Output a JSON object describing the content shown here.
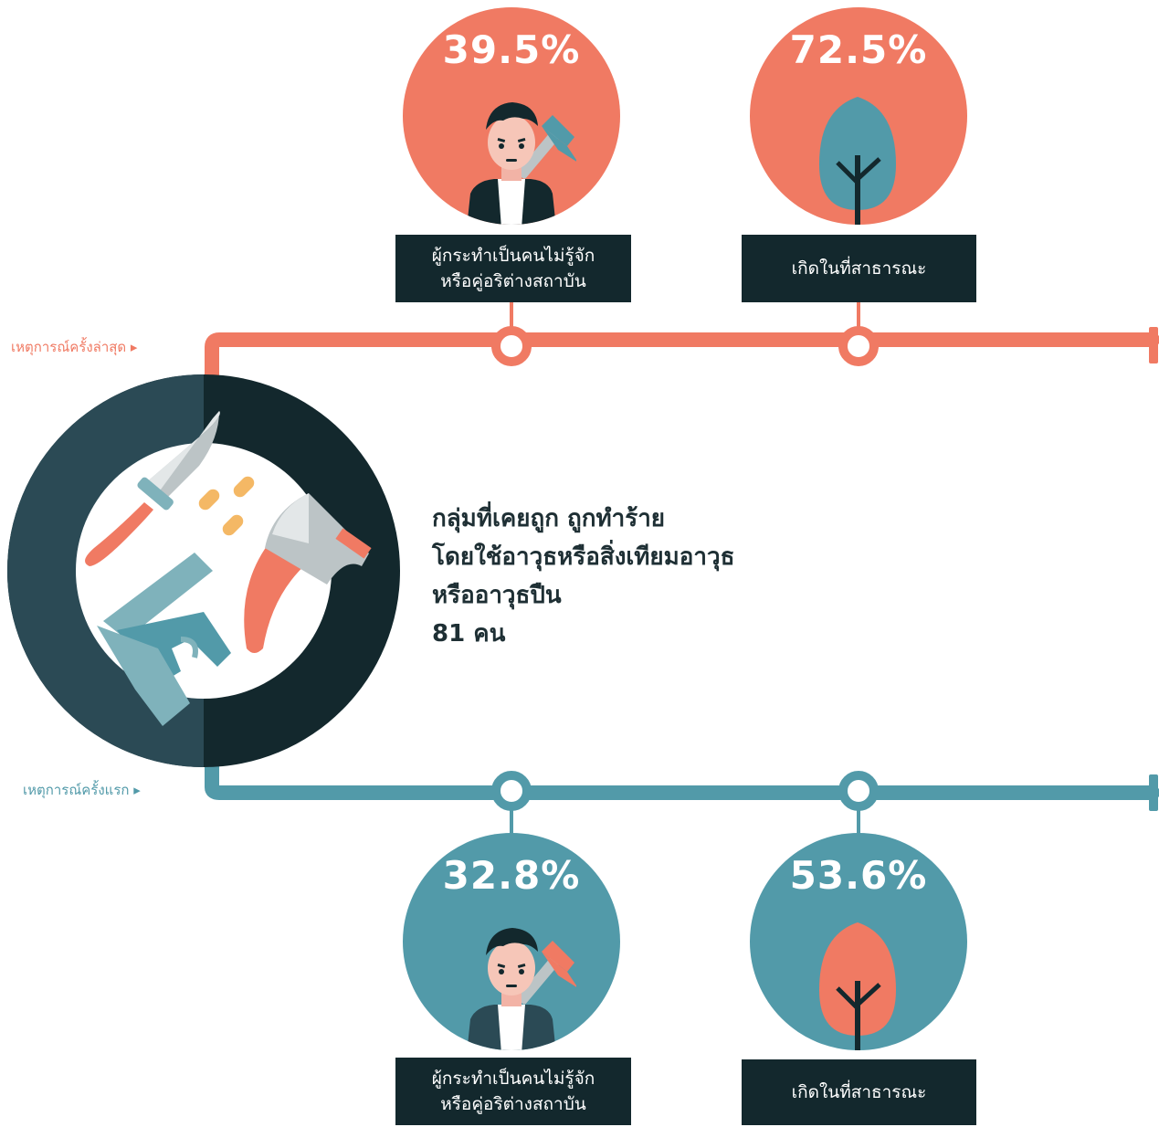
{
  "timeline": {
    "latest_label": "เหตุการณ์ครั้งล่าสุด ▸",
    "first_label": "เหตุการณ์ครั้งแรก ▸"
  },
  "headline": {
    "line1": "กลุ่มที่เคยถูก ถูกทำร้าย",
    "line2": "โดยใช้อาวุธหรือสิ่งเทียมอาวุธ",
    "line3": "หรืออาวุธปืน",
    "line4": "81 คน"
  },
  "latest": {
    "stranger": {
      "value": "39.5%",
      "label_line1": "ผู้กระทำเป็นคนไม่รู้จัก",
      "label_line2": "หรือคู่อริต่างสถาบัน",
      "icon": "angry-man-with-hammer-icon"
    },
    "public": {
      "value": "72.5%",
      "label": "เกิดในที่สาธารณะ",
      "icon": "tree-icon"
    }
  },
  "first": {
    "stranger": {
      "value": "32.8%",
      "label_line1": "ผู้กระทำเป็นคนไม่รู้จัก",
      "label_line2": "หรือคู่อริต่างสถาบัน",
      "icon": "angry-man-with-hammer-icon"
    },
    "public": {
      "value": "53.6%",
      "label": "เกิดในที่สาธารณะ",
      "icon": "tree-icon"
    }
  },
  "colors": {
    "orange": "#f07a63",
    "teal": "#529aa9",
    "dark": "#13282d",
    "dark_ring": "#2b4a55"
  }
}
